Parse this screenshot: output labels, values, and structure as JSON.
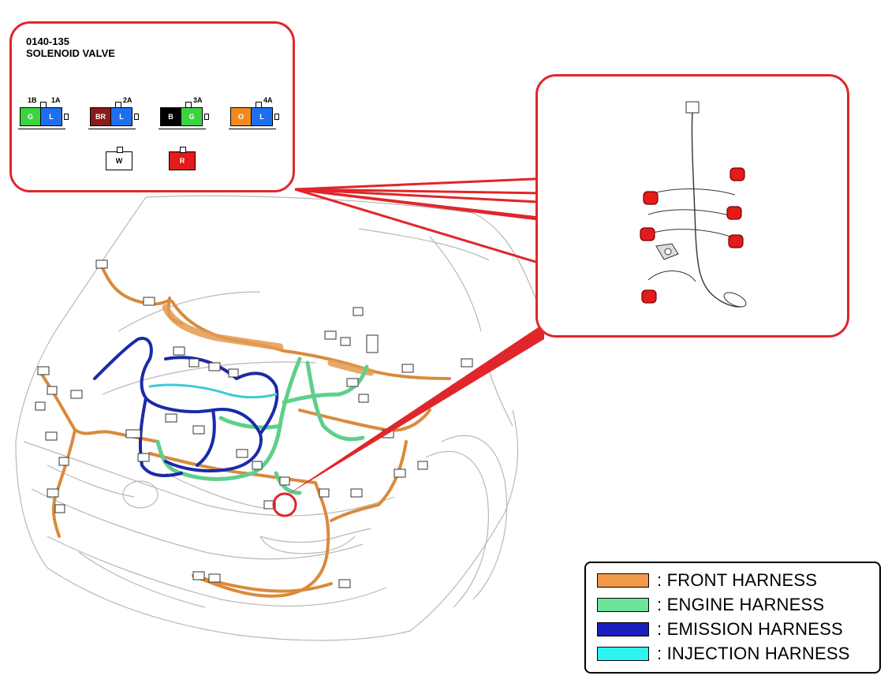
{
  "connector_box": {
    "part_code": "0140-135",
    "part_name": "SOLENOID VALVE",
    "connectors": [
      {
        "labels": [
          "1B",
          "1A"
        ],
        "pins": [
          {
            "text": "G",
            "color": "#39d43f"
          },
          {
            "text": "L",
            "color": "#1e6ff0"
          }
        ]
      },
      {
        "labels": [
          "",
          "2A"
        ],
        "pins": [
          {
            "text": "BR",
            "color": "#8b1a1a"
          },
          {
            "text": "L",
            "color": "#1e6ff0"
          }
        ]
      },
      {
        "labels": [
          "",
          "3A"
        ],
        "pins": [
          {
            "text": "B",
            "color": "#000000"
          },
          {
            "text": "G",
            "color": "#39d43f"
          }
        ]
      },
      {
        "labels": [
          "",
          "4A"
        ],
        "pins": [
          {
            "text": "O",
            "color": "#f28a1e"
          },
          {
            "text": "L",
            "color": "#1e6ff0"
          }
        ]
      }
    ],
    "single_connectors": [
      {
        "text": "W",
        "color": "#ffffff"
      },
      {
        "text": "R",
        "color": "#e31b1b"
      }
    ]
  },
  "legend": {
    "items": [
      {
        "label": ": FRONT HARNESS",
        "color": "#f2994a"
      },
      {
        "label": ": ENGINE HARNESS",
        "color": "#6ee39a"
      },
      {
        "label": ": EMISSION HARNESS",
        "color": "#1a1fbf"
      },
      {
        "label": ": INJECTION HARNESS",
        "color": "#2ff2f2"
      }
    ]
  },
  "colors": {
    "callout_red": "#e0262a",
    "front_harness": "#d98a3d",
    "engine_harness": "#5fcf8c",
    "emission_harness": "#1b2aa8",
    "injection_harness": "#40c9d6",
    "car_outline": "#b9b9b9"
  }
}
